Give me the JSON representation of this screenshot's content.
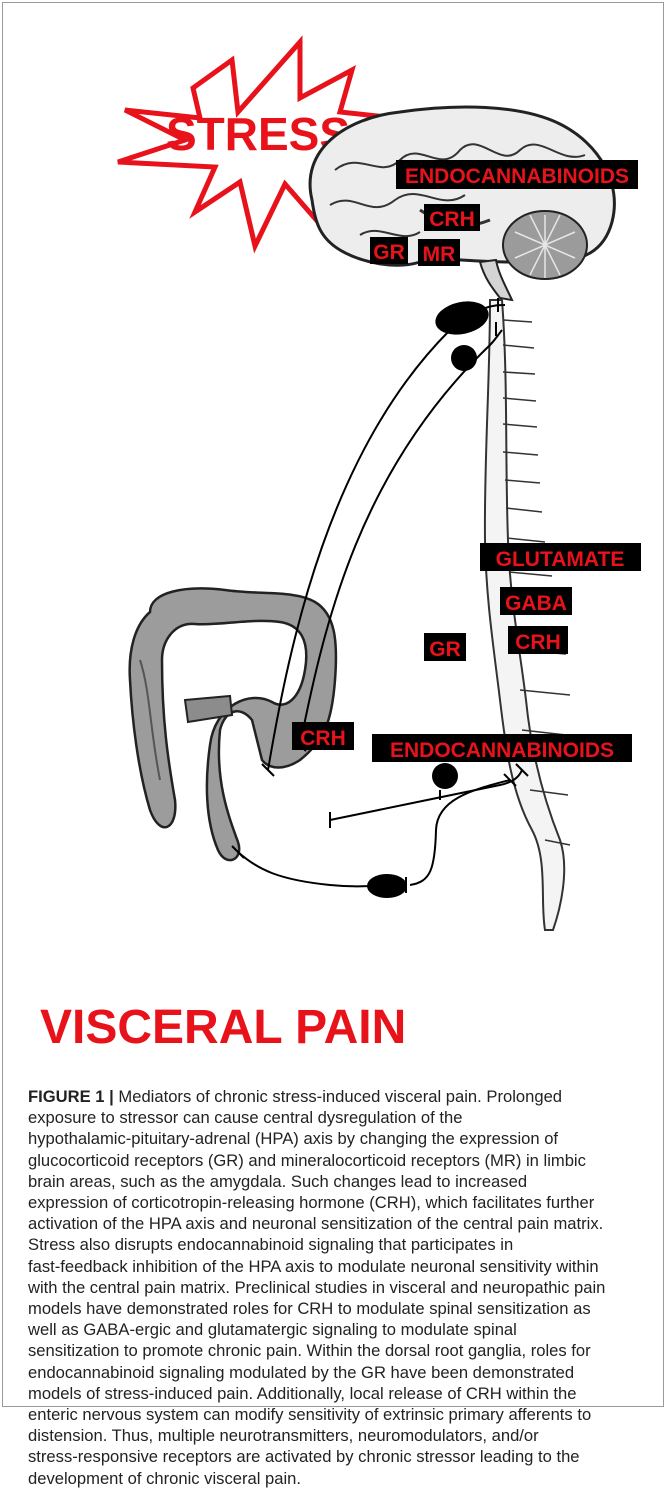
{
  "figure": {
    "stress": "STRESS",
    "visceral_pain": "VISCERAL PAIN",
    "labels": {
      "endocannabinoids_brain": "ENDOCANNABINOIDS",
      "crh_brain": "CRH",
      "gr_brain": "GR",
      "mr_brain": "MR",
      "glutamate": "GLUTAMATE",
      "gaba": "GABA",
      "crh_spine": "CRH",
      "gr_drg": "GR",
      "crh_gut": "CRH",
      "endocannabinoids_drg": "ENDOCANNABINOIDS"
    },
    "colors": {
      "label_text": "#e8121b",
      "label_box": "#000000",
      "burst_stroke": "#e8121b"
    }
  },
  "caption": {
    "label": "FIGURE 1 |",
    "lines": [
      " Mediators of chronic stress-induced visceral pain. Prolonged",
      "exposure to stressor can cause central dysregulation of the",
      "hypothalamic-pituitary-adrenal (HPA) axis by changing the expression of",
      "glucocorticoid receptors (GR) and mineralocorticoid receptors (MR) in limbic",
      "brain areas, such as the amygdala. Such changes lead to increased",
      "expression of corticotropin-releasing hormone (CRH), which facilitates further",
      "activation of the HPA axis and neuronal sensitization of the central pain matrix.",
      "Stress also disrupts endocannabinoid signaling that participates in",
      "fast-feedback inhibition of the HPA axis to modulate neuronal sensitivity within",
      "with the central pain matrix. Preclinical studies in visceral and neuropathic pain",
      "models have demonstrated roles for CRH to modulate spinal sensitization as",
      "well as GABA-ergic and glutamatergic signaling to modulate spinal",
      "sensitization to promote chronic pain. Within the dorsal root ganglia, roles for",
      "endocannabinoid signaling modulated by the GR have been demonstrated",
      "models of stress-induced pain. Additionally, local release of CRH within the",
      "enteric nervous system can modify sensitivity of extrinsic primary afferents to",
      "distension. Thus, multiple neurotransmitters, neuromodulators, and/or",
      "stress-responsive receptors are activated by chronic stressor leading to the",
      "development of chronic visceral pain."
    ]
  }
}
